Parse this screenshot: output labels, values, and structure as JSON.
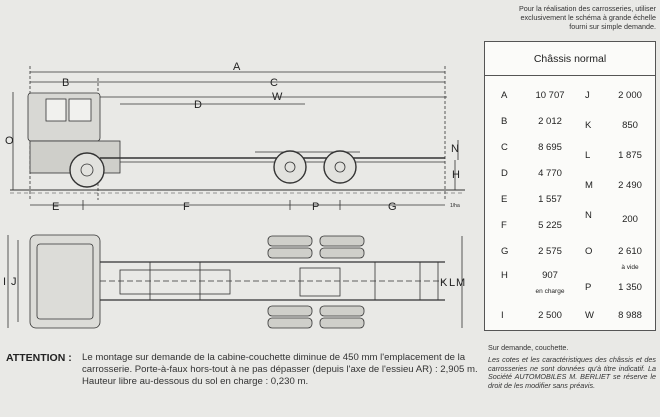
{
  "drawing": {
    "side_labels": {
      "A": "A",
      "B": "B",
      "C": "C",
      "D": "D",
      "W": "W",
      "O": "O",
      "N": "N",
      "H": "H",
      "E": "E",
      "F": "F",
      "P": "P",
      "G": "G",
      "scale": "1/ha"
    },
    "plan_labels": {
      "I": "I",
      "J": "J",
      "K": "K",
      "L": "L",
      "M": "M"
    }
  },
  "intro_note": "Pour la réalisation des carrosseries, utiliser\nexclusivement le schéma à grande échelle\nfourni sur simple demande.",
  "spec_table": {
    "title": "Châssis normal",
    "rows": [
      {
        "l1": "A",
        "v1": "10 707",
        "l2": "J",
        "v2": "2 000"
      },
      {
        "l1": "B",
        "v1": "2 012",
        "l2": "K",
        "v2": "850"
      },
      {
        "l1": "C",
        "v1": "8 695",
        "l2": "L",
        "v2": "1 875"
      },
      {
        "l1": "D",
        "v1": "4 770",
        "l2": "M",
        "v2": "2 490"
      },
      {
        "l1": "E",
        "v1": "1 557",
        "l2": "N",
        "v2": "200"
      },
      {
        "l1": "F",
        "v1": "5 225",
        "l2": "",
        "v2": ""
      },
      {
        "l1": "G",
        "v1": "2 575",
        "l2": "O",
        "v2": "2 610"
      },
      {
        "l1": "H",
        "v1": "907",
        "l2": "P",
        "v2": "1 350"
      },
      {
        "l1": "I",
        "v1": "2 500",
        "l2": "W",
        "v2": "8 988"
      }
    ],
    "o_note": "à vide",
    "h_note": "en charge"
  },
  "sur_demande": "Sur demande, couchette.",
  "disclaimer": "Les cotes et les caractéristiques des châssis et des carrosseries ne sont données qu'à titre indicatif. La Société AUTOMOBILES M. BERLIET se réserve le droit de les modifier sans préavis.",
  "attention": {
    "label": "ATTENTION :",
    "text": "Le montage sur demande de la cabine-couchette diminue de 450 mm l'emplacement de la carrosserie. Porte-à-faux hors-tout à ne pas dépasser (depuis l'axe de l'essieu AR) : 2,905 m. Hauteur libre au-dessous du sol en charge : 0,230 m."
  }
}
